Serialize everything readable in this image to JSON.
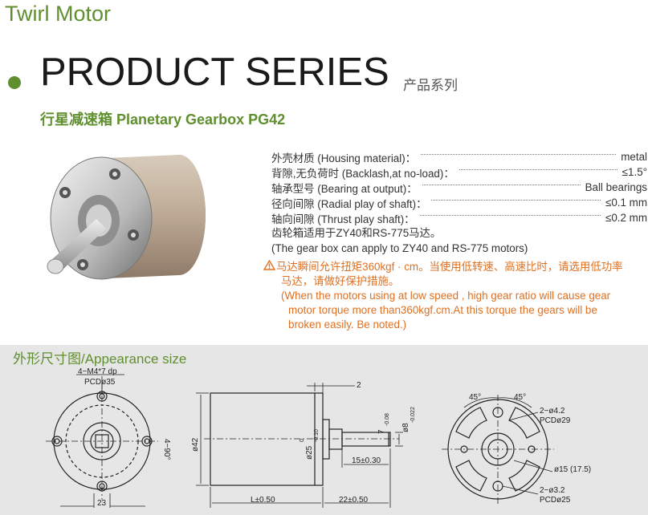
{
  "brand": "Twirl Motor",
  "title": "PRODUCT SERIES",
  "title_cn": "产品系列",
  "subtitle": "行星减速箱 Planetary Gearbox  PG42",
  "specs": [
    {
      "label": "外壳材质   (Housing material)：",
      "value": "metal"
    },
    {
      "label": "背隙,无负荷时   (Backlash,at no-load)：",
      "value": "≤1.5°"
    },
    {
      "label": "轴承型号   (Bearing at output)：",
      "value": "Ball bearings"
    },
    {
      "label": "径向间隙   (Radial play of shaft)：",
      "value": "≤0.1 mm"
    },
    {
      "label": "轴向间隙   (Thrust play shaft)：",
      "value": "≤0.2 mm"
    }
  ],
  "spec_note_cn": "齿轮箱适用于ZY40和RS-775马达。",
  "spec_note_en": "(The gear box can apply to ZY40  and RS-775 motors)",
  "warning": {
    "icon": "warning-triangle-icon",
    "cn_line1": "马达瞬间允许扭矩360kgf · cm。当使用低转速、高速比时，请选用低功率",
    "cn_line2": "马达，请做好保护措施。",
    "en_line1": "(When the motors using at low speed , high gear ratio will cause gear",
    "en_line2": "motor torque more than360kgf.cm.At this torque the gears will be",
    "en_line3": "broken easily. Be noted.)",
    "color": "#e07020"
  },
  "appearance": {
    "title": "外形尺寸图/Appearance size",
    "front": {
      "holes": "4−M4*7  dp",
      "pcd": "PCDø35",
      "angle": "4−90°",
      "width": "23"
    },
    "side": {
      "gap": "2",
      "dia": "ø42",
      "shaft": "ø25",
      "tol0": "0",
      "tol1": "-0.10",
      "key": "7",
      "key_tol": "-0.08",
      "shaft_d": "ø8",
      "shaft_tol": "-0.022",
      "shoulder": "15±0.30",
      "length": "L±0.50",
      "out": "22±0.50"
    },
    "rear": {
      "a1": "45°",
      "a2": "45°",
      "h1": "2−ø4.2",
      "p1": "PCDø29",
      "d": "ø15  (17.5)",
      "h2": "2−ø3.2",
      "p2": "PCDø25"
    }
  },
  "colors": {
    "accent": "#5f8f2e",
    "warning": "#e07020",
    "panel": "#e6e6e6"
  }
}
